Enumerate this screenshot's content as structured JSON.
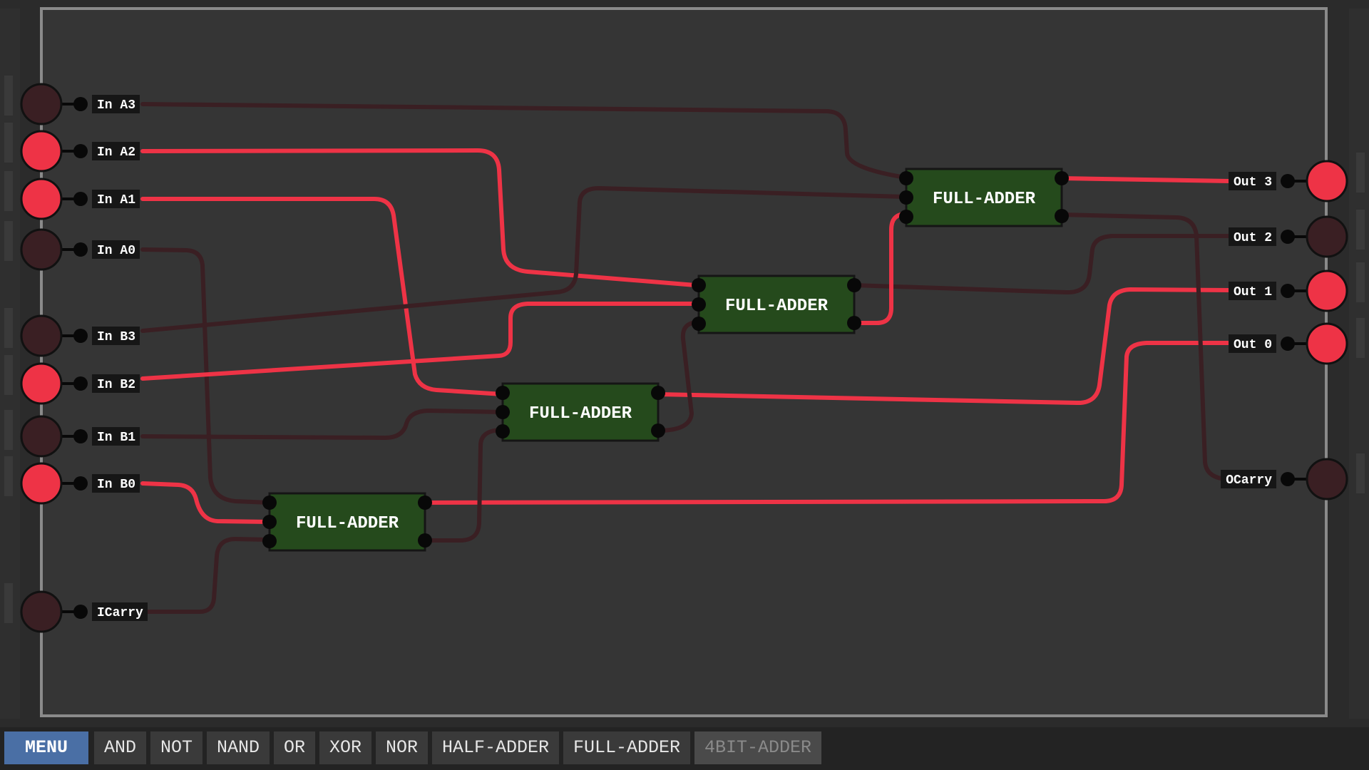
{
  "colors": {
    "wire_on": "#ee3346",
    "wire_off": "#3a1f23",
    "node_on": "#ee3346",
    "node_off": "#3a1f23",
    "chip_fill": "#254a1c",
    "chip_border": "#151515",
    "pin": "#080808",
    "label_bg": "#161616",
    "label_text": "#ffffff"
  },
  "inputs": [
    {
      "label": "In A3",
      "on": false
    },
    {
      "label": "In A2",
      "on": true
    },
    {
      "label": "In A1",
      "on": true
    },
    {
      "label": "In A0",
      "on": false
    },
    {
      "label": "In B3",
      "on": false
    },
    {
      "label": "In B2",
      "on": true
    },
    {
      "label": "In B1",
      "on": false
    },
    {
      "label": "In B0",
      "on": true
    },
    {
      "label": "ICarry",
      "on": false
    }
  ],
  "outputs": [
    {
      "label": "Out 3",
      "on": true
    },
    {
      "label": "Out 2",
      "on": false
    },
    {
      "label": "Out 1",
      "on": true
    },
    {
      "label": "Out 0",
      "on": true
    },
    {
      "label": "OCarry",
      "on": false
    }
  ],
  "chips": [
    {
      "label": "FULL-ADDER"
    },
    {
      "label": "FULL-ADDER"
    },
    {
      "label": "FULL-ADDER"
    },
    {
      "label": "FULL-ADDER"
    }
  ],
  "toolbar": {
    "menu": "MENU",
    "items": [
      {
        "label": "AND",
        "enabled": true
      },
      {
        "label": "NOT",
        "enabled": true
      },
      {
        "label": "NAND",
        "enabled": true
      },
      {
        "label": "OR",
        "enabled": true
      },
      {
        "label": "XOR",
        "enabled": true
      },
      {
        "label": "NOR",
        "enabled": true
      },
      {
        "label": "HALF-ADDER",
        "enabled": true
      },
      {
        "label": "FULL-ADDER",
        "enabled": true
      },
      {
        "label": "4BIT-ADDER",
        "enabled": false
      }
    ]
  }
}
